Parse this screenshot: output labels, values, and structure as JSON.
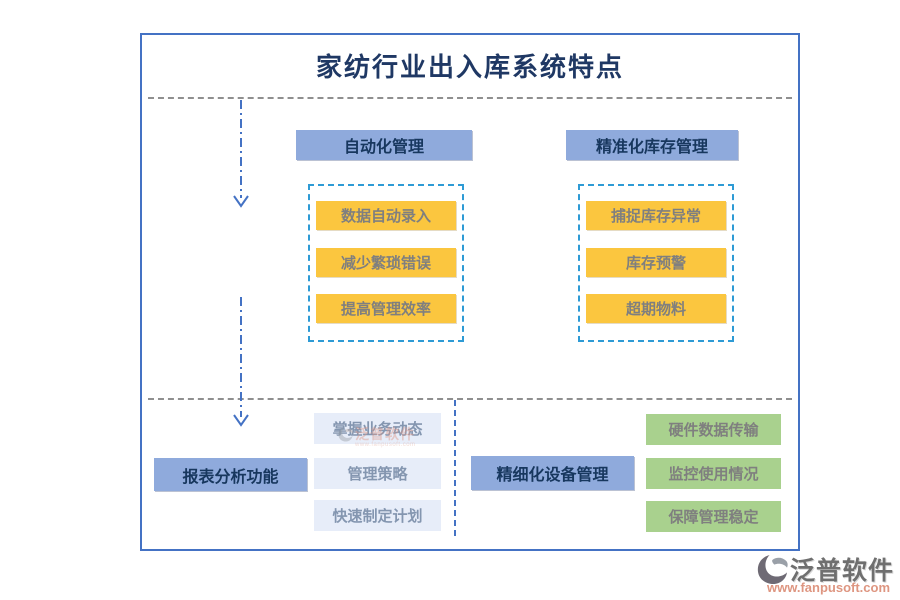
{
  "title": "家纺行业出入库系统特点",
  "top_section": {
    "columns": [
      {
        "header": "自动化管理",
        "items": [
          "数据自动录入",
          "减少繁琐错误",
          "提高管理效率"
        ]
      },
      {
        "header": "精准化库存管理",
        "items": [
          "捕捉库存异常",
          "库存预警",
          "超期物料"
        ]
      }
    ]
  },
  "bottom_section": {
    "left": {
      "header": "报表分析功能",
      "items": [
        "掌握业务动态",
        "管理策略",
        "快速制定计划"
      ]
    },
    "right": {
      "header": "精细化设备管理",
      "items": [
        "硬件数据传输",
        "监控使用情况",
        "保障管理稳定"
      ]
    }
  },
  "watermark": {
    "text": "泛普软件",
    "subtext": "www.fanpusoft.com"
  },
  "branding": {
    "logo_text": "泛普软件",
    "website": "www.fanpusoft.com"
  },
  "colors": {
    "frame_border": "#4472C4",
    "title_text": "#1F3864",
    "header_fill": "#8FAADC",
    "header_text": "#17375E",
    "yellow_fill": "#FBC63F",
    "yellow_text": "#7F7F7F",
    "lavender_fill": "#E7EDF9",
    "lavender_text": "#8496B0",
    "green_fill": "#A9D18E",
    "green_text": "#7F7F7F",
    "dashed_container_border": "#2E9BD5",
    "divider_gray": "#8F8F8F",
    "arrow_blue": "#4472C4",
    "logo_text_color": "#6F6F6F",
    "website_color": "#DE9681"
  }
}
